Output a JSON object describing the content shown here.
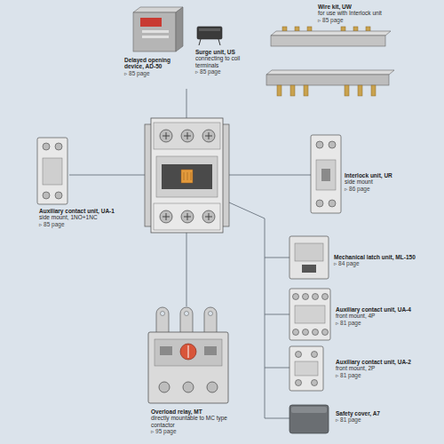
{
  "diagram": {
    "labels": [
      "Delayed opening device, AD-50",
      "▹ 85 page",
      "Surge unit, US",
      "connecting to coil terminals",
      "▹ 85 page",
      "Wire kit, UW",
      "for use with Interlock unit",
      "▹ 85 page",
      "Interlock unit, UR",
      "side mount",
      "▹ 86 page",
      "Auxiliary contact unit, UA-1",
      "side mount, 1NO+1NC",
      "▹ 85 page",
      "Mechanical latch unit, ML-150",
      "▹ 84 page",
      "Auxiliary contact unit, UA-4",
      "front mount, 4P",
      "▹ 81 page",
      "Auxiliary contact unit, UA-2",
      "front mount, 2P",
      "▹ 81 page",
      "Safety cover, A7",
      "▹ 81 page",
      "Overload relay, MT",
      "directly mountable to MC type contactor",
      "▹ 95 page"
    ]
  }
}
